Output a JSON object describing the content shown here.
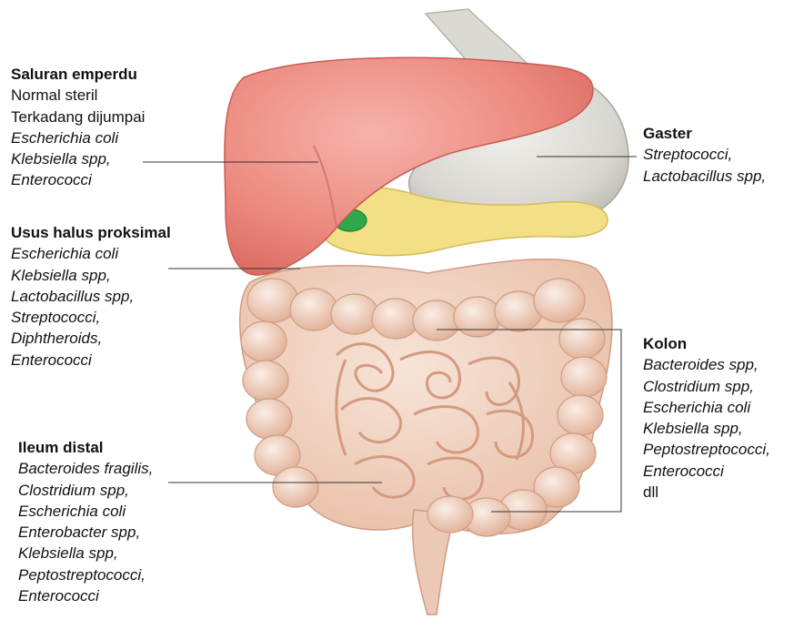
{
  "labels": {
    "saluran_emperdu": {
      "title": "Saluran emperdu",
      "lines": [
        "Normal steril",
        "Terkadang dijumpai",
        "Escherichia coli",
        "Klebsiella spp,",
        "Enterococci"
      ]
    },
    "usus_halus_proksimal": {
      "title": "Usus halus proksimal",
      "lines": [
        "Escherichia coli",
        "Klebsiella spp,",
        "Lactobacillus spp,",
        "Streptococci,",
        "Diphtheroids,",
        "Enterococci"
      ]
    },
    "ileum_distal": {
      "title": "Ileum distal",
      "lines": [
        "Bacteroides fragilis,",
        "Clostridium spp,",
        "Escherichia coli",
        "Enterobacter spp,",
        "Klebsiella spp,",
        "Peptostreptococci,",
        "Enterococci"
      ]
    },
    "gaster": {
      "title": "Gaster",
      "lines": [
        "Streptococci,",
        "Lactobacillus spp,"
      ]
    },
    "kolon": {
      "title": "Kolon",
      "lines": [
        "Bacteroides spp,",
        "Clostridium spp,",
        "Escherichia coli",
        "Klebsiella spp,",
        "Peptostreptococci,",
        "Enterococci",
        "dll"
      ]
    }
  },
  "colors": {
    "liver": "#ef8f86",
    "stomach": "#d9d7d2",
    "pancreas": "#f3df86",
    "gallbladder": "#2fa84a",
    "intestine": "#f1d2bf",
    "intestine_shadow": "#d9a58c",
    "leader_line": "#333333"
  }
}
